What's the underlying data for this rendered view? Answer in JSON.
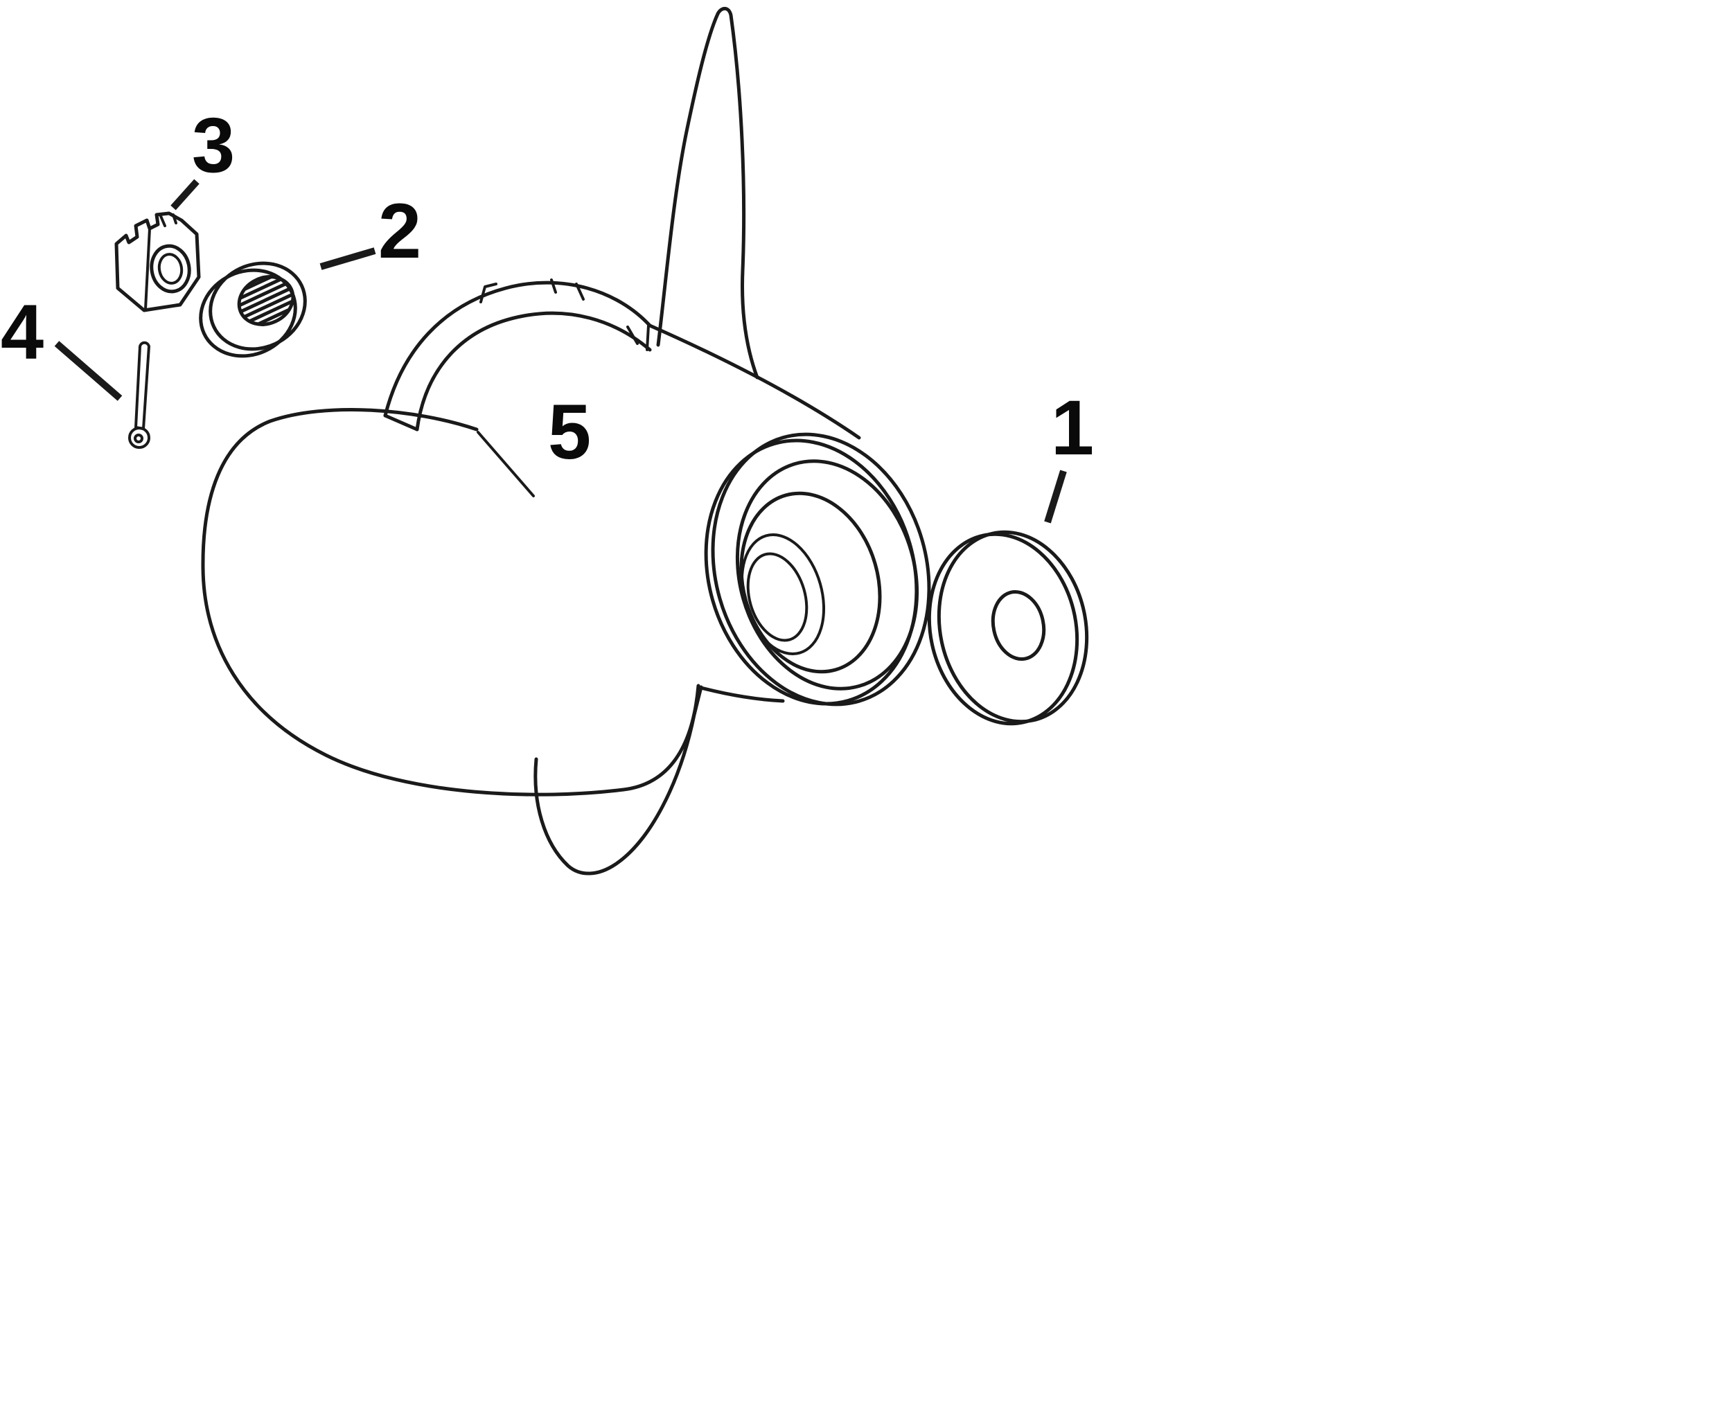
{
  "figure": {
    "background": "#ffffff",
    "line_color": "#1a1a1a",
    "label_color": "#0a0a0a"
  },
  "callouts": [
    {
      "label": "1"
    },
    {
      "label": "2"
    },
    {
      "label": "3"
    },
    {
      "label": "4"
    },
    {
      "label": "5"
    }
  ]
}
